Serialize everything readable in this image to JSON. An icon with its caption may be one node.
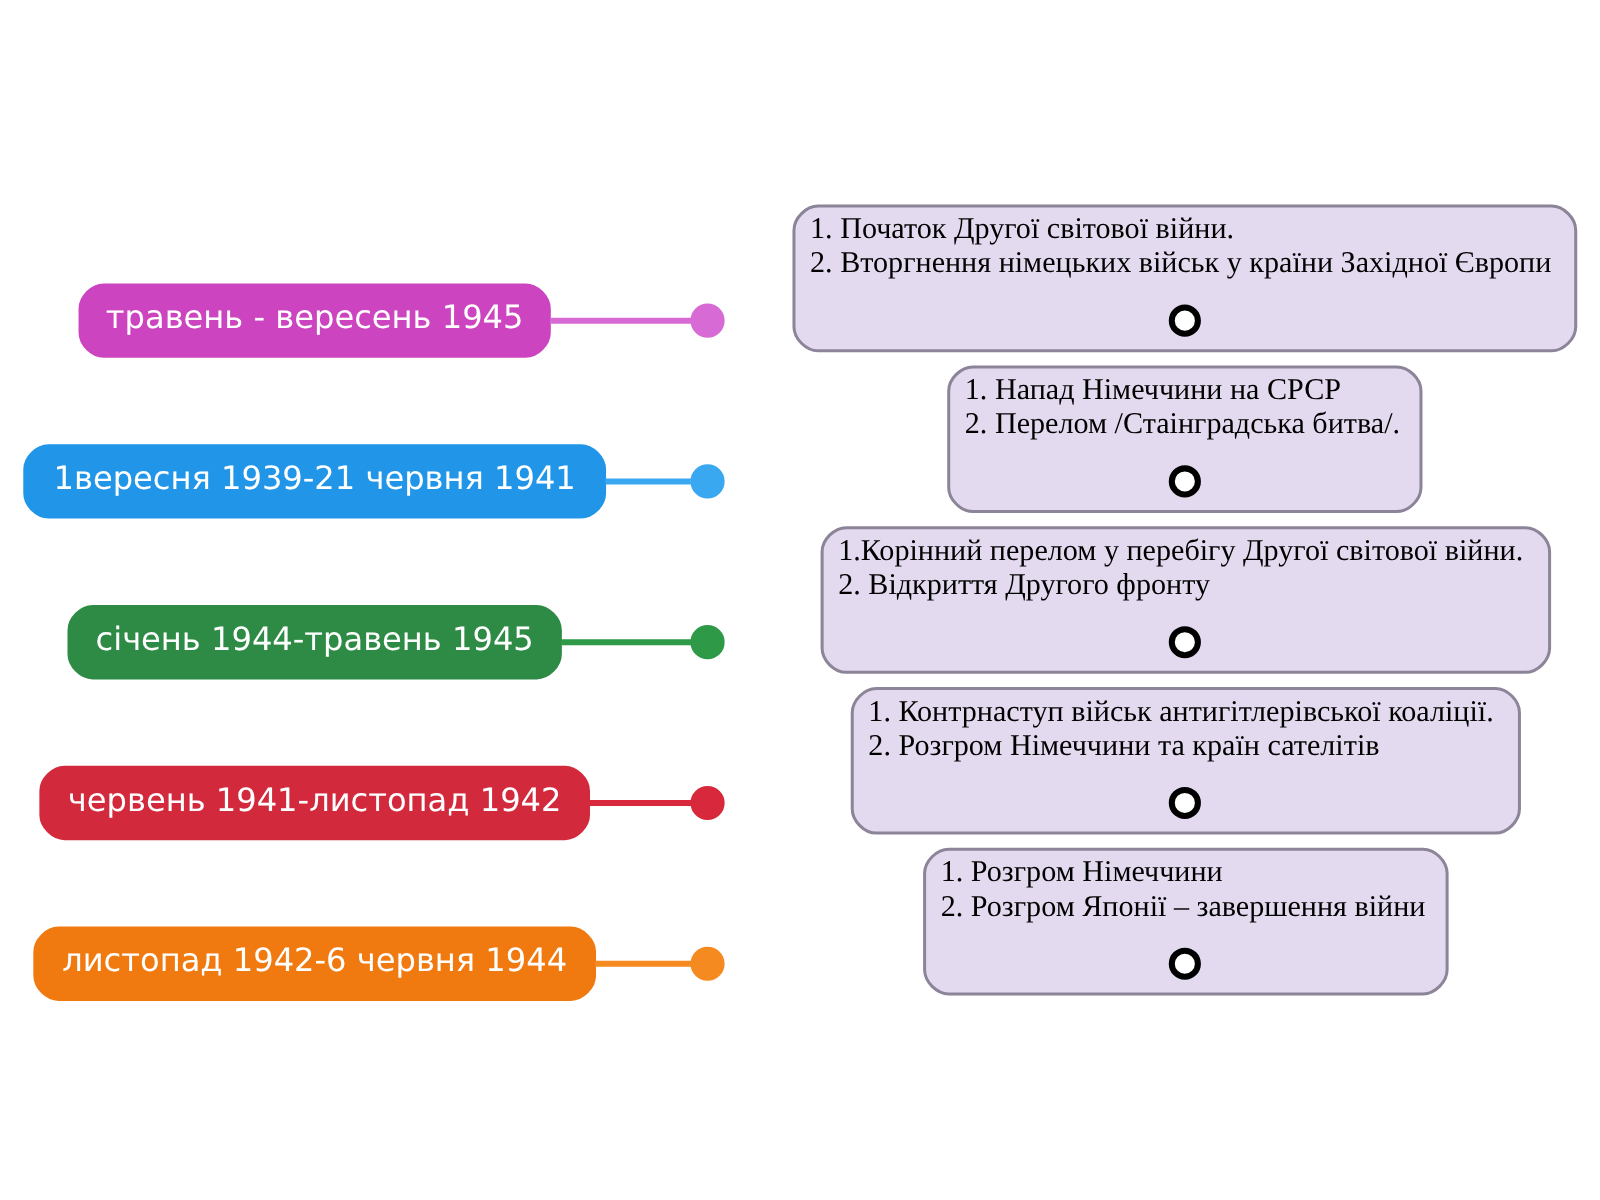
{
  "diagram": {
    "nodes": [
      {
        "text": [
          "травень - вересень 1945"
        ]
      },
      {
        "text": [
          "1вересня 1939-21 червня 1941"
        ]
      },
      {
        "text": [
          "січень 1944-травень 1945"
        ]
      },
      {
        "text": [
          "червень 1941-листопад 1942"
        ]
      },
      {
        "text": [
          "листопад 1942-6 червня 1944"
        ]
      },
      {
        "text": [],
        "shape": "circle"
      },
      {
        "text": [],
        "shape": "circle"
      },
      {
        "text": [],
        "shape": "circle"
      },
      {
        "text": [],
        "shape": "circle"
      },
      {
        "text": [],
        "shape": "circle"
      },
      {
        "text": [
          "1. Початок Другої світової війни.",
          "2. Вторгнення німецьких військ у країни Західної Європи"
        ]
      },
      {
        "text": [],
        "shape": "circle",
        "in": 10
      },
      {
        "text": [
          "1. Напад Німеччини на СРСР",
          "2. Перелом /Стаінградська битва/."
        ]
      },
      {
        "text": [],
        "shape": "circle",
        "in": 12
      },
      {
        "text": [
          "1.Корінний перелом у перебігу Другої світової війни.",
          "2. Відкриття Другого фронту"
        ]
      },
      {
        "text": [],
        "shape": "circle",
        "in": 14
      },
      {
        "text": [
          "1. Контрнаступ військ антигітлерівської коаліції.",
          "2. Розгром Німеччини та країн сателітів"
        ]
      },
      {
        "text": [],
        "shape": "circle",
        "in": 16
      },
      {
        "text": [
          "1. Розгром Німеччини",
          "2. Розгром Японії – завершення війни"
        ]
      },
      {
        "text": [],
        "shape": "circle",
        "in": 18
      }
    ],
    "edges": [
      {
        "from": 0,
        "to": 5,
        "arrow": "none",
        "color": "#d86ad6"
      },
      {
        "from": 1,
        "to": 6,
        "arrow": "none",
        "color": "#3aa8f0"
      },
      {
        "from": 2,
        "to": 7,
        "arrow": "none",
        "color": "#2e9a48"
      },
      {
        "from": 3,
        "to": 8,
        "arrow": "none",
        "color": "#d8283c"
      },
      {
        "from": 4,
        "to": 9,
        "arrow": "none",
        "color": "#f58a20"
      }
    ]
  }
}
